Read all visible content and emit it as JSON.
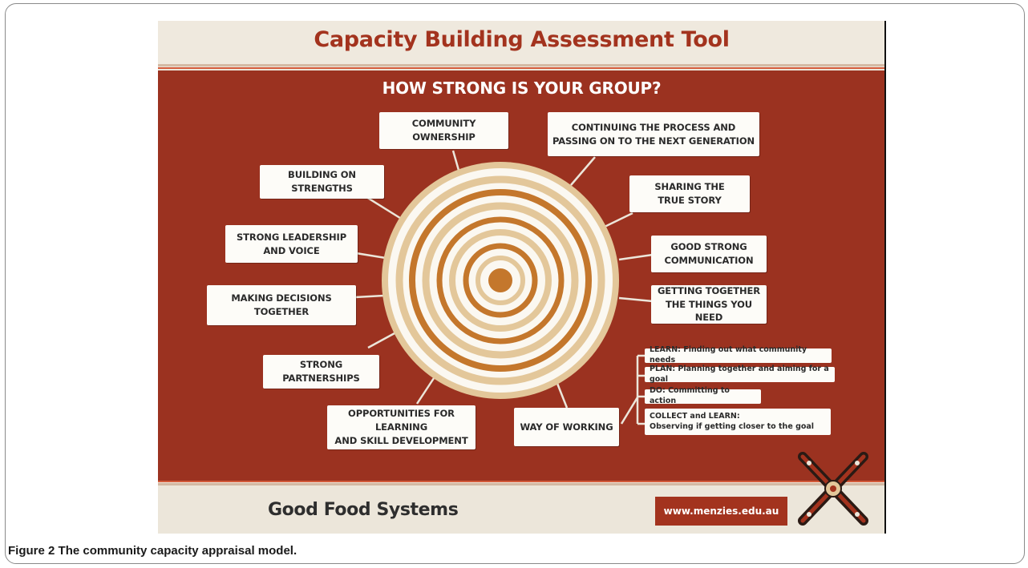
{
  "poster": {
    "title": "Capacity Building Assessment Tool",
    "question": "HOW STRONG IS YOUR GROUP?",
    "labels": [
      "COMMUNITY OWNERSHIP",
      "CONTINUING THE PROCESS AND\nPASSING ON TO THE NEXT GENERATION",
      "BUILDING ON STRENGTHS",
      "SHARING THE\nTRUE STORY",
      "STRONG LEADERSHIP\nAND VOICE",
      "GOOD STRONG\nCOMMUNICATION",
      "MAKING DECISIONS TOGETHER",
      "GETTING TOGETHER\nTHE THINGS YOU NEED",
      "STRONG PARTNERSHIPS",
      "OPPORTUNITIES FOR LEARNING\nAND SKILL DEVELOPMENT",
      "WAY OF WORKING"
    ],
    "steps": [
      "LEARN: Finding out what community needs",
      "PLAN: Planning together and aiming for a goal",
      "DO: Committing to action",
      "COLLECT and LEARN:\nObserving if getting closer to the goal"
    ],
    "footer_title": "Good Food Systems",
    "url": "www.menzies.edu.au"
  },
  "caption": {
    "label": "Figure 2",
    "text": " The community capacity appraisal model."
  },
  "colors": {
    "panel_red": "#9b3220",
    "title_red": "#a3331e",
    "ring_dark": "#c4772c",
    "ring_light": "#e3c79a",
    "background": "#ece6da"
  }
}
